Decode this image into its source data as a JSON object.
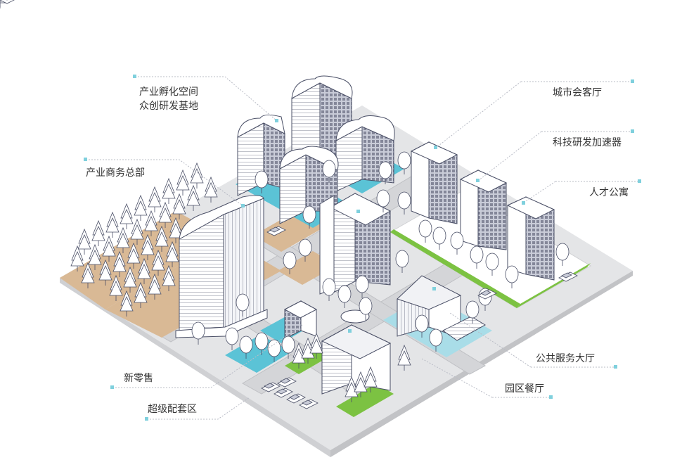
{
  "labels": {
    "incubator_line1": "产业孵化空间",
    "incubator_line2": "众创研发基地",
    "city_lounge": "城市会客厅",
    "tech_accelerator": "科技研发加速器",
    "industry_hq": "产业商务总部",
    "talent_apartment": "人才公寓",
    "public_service_hall": "公共服务大厅",
    "new_retail": "新零售",
    "park_canteen": "园区餐厅",
    "super_supporting_zone": "超级配套区"
  },
  "colors": {
    "ground": "#e9e9ea",
    "road": "#d9dadc",
    "sand": "#d9b995",
    "water": "#5bc3d6",
    "water_light": "#a9dde8",
    "grass": "#7cc242",
    "line": "#4a4f66",
    "marker": "#7fd0dd",
    "text": "#333333"
  }
}
